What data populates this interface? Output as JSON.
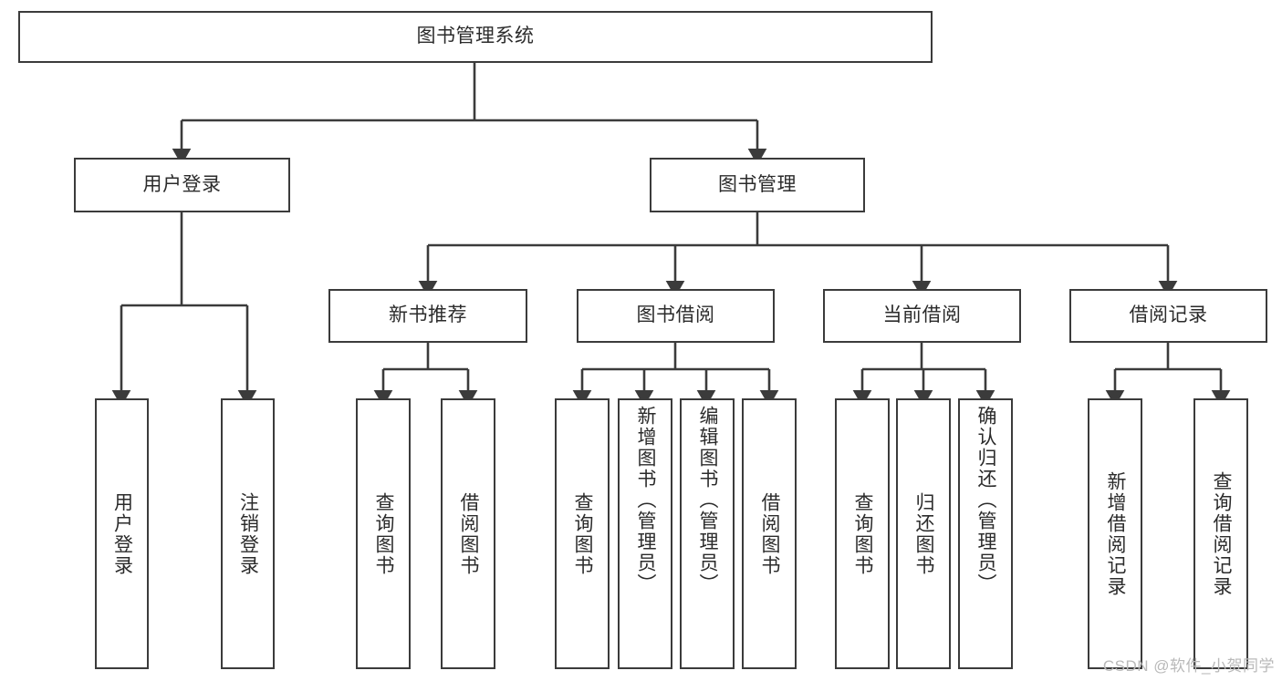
{
  "diagram": {
    "title": "图书管理系统",
    "type": "tree",
    "root": {
      "label": "图书管理系统"
    },
    "level2": [
      {
        "label": "用户登录"
      },
      {
        "label": "图书管理"
      }
    ],
    "level3": [
      {
        "label": "新书推荐"
      },
      {
        "label": "图书借阅"
      },
      {
        "label": "当前借阅"
      },
      {
        "label": "借阅记录"
      }
    ],
    "leaves": {
      "user_login": [
        {
          "label": "用户登录"
        },
        {
          "label": "注销登录"
        }
      ],
      "new_book_recommend": [
        {
          "label": "查询图书"
        },
        {
          "label": "借阅图书"
        }
      ],
      "book_borrow": [
        {
          "label": "查询图书"
        },
        {
          "label": "新增图书（管理员）"
        },
        {
          "label": "编辑图书（管理员）"
        },
        {
          "label": "借阅图书"
        }
      ],
      "current_borrow": [
        {
          "label": "查询图书"
        },
        {
          "label": "归还图书"
        },
        {
          "label": "确认归还（管理员）"
        }
      ],
      "borrow_record": [
        {
          "label": "新增借阅记录"
        },
        {
          "label": "查询借阅记录"
        }
      ]
    },
    "watermark": "CSDN @软件_小贺同学",
    "colors": {
      "stroke": "#3b3b3b",
      "fill": "#ffffff",
      "text": "#2b2b2b",
      "watermark": "#b9b9b9"
    }
  }
}
